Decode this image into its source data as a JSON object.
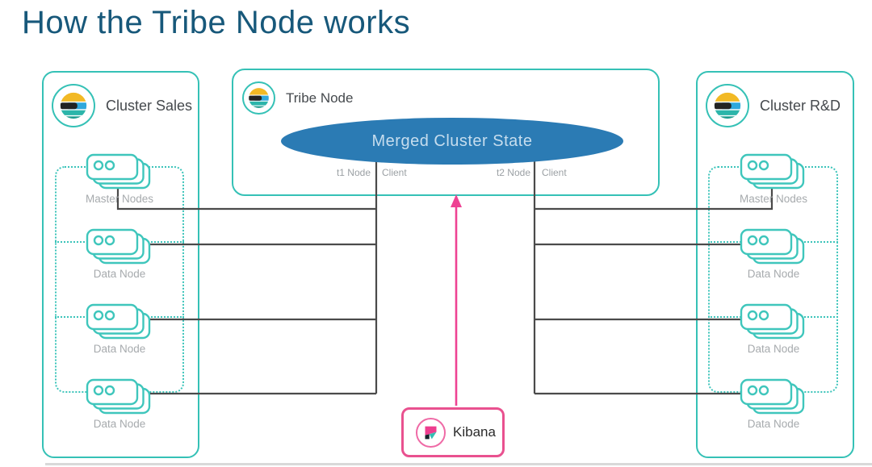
{
  "title": "How the Tribe Node works",
  "colors": {
    "teal_border": "#35c1b6",
    "title_text": "#17587a",
    "ellipse_blue": "#2b7bb4",
    "ellipse_text": "#c6ddee",
    "connector_gray": "#4a4a4a",
    "label_gray": "#a6aaad",
    "kibana_pink": "#e9518f",
    "elastic_yellow": "#f2b925",
    "elastic_blue": "#2fa8dc",
    "elastic_teal": "#2cb5aa"
  },
  "clusters": {
    "sales": {
      "name": "Cluster Sales",
      "nodes": [
        "Master Nodes",
        "Data Node",
        "Data Node",
        "Data Node"
      ]
    },
    "rnd": {
      "name": "Cluster R&D",
      "nodes": [
        "Master Nodes",
        "Data Node",
        "Data Node",
        "Data Node"
      ]
    }
  },
  "tribe": {
    "name": "Tribe Node",
    "merged_state": "Merged Cluster State",
    "clients": [
      {
        "node": "t1 Node",
        "role": "Client"
      },
      {
        "node": "t2 Node",
        "role": "Client"
      }
    ]
  },
  "kibana": {
    "label": "Kibana"
  },
  "icons": {
    "elastic_logo": "elasticsearch-logo-icon",
    "kibana_logo": "kibana-logo-icon",
    "node_stack": "server-node-stack-icon"
  }
}
